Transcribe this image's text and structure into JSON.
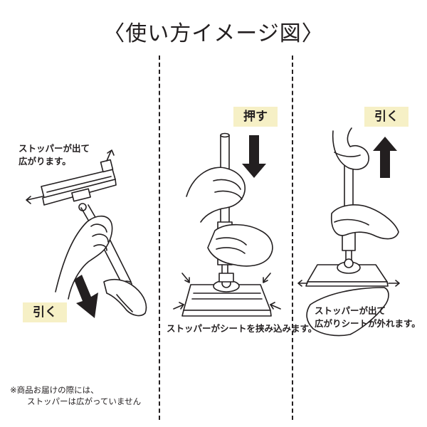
{
  "title": "〈使い方イメージ図〉",
  "panels": [
    {
      "action_label": "引く",
      "caption_lines": [
        "ストッパーが出て",
        "広がります。"
      ]
    },
    {
      "action_label": "押す",
      "caption_lines": [
        "ストッパーがシートを挟み込みます。"
      ]
    },
    {
      "action_label": "引く",
      "caption_lines": [
        "ストッパーが出て",
        "広がりシートが外れます。"
      ]
    }
  ],
  "footnote_lines": [
    "※商品お届けの際には、",
    "ストッパーは広がっていません"
  ],
  "colors": {
    "label_bg": "#f6f0c6",
    "ink": "#231f20",
    "arrow": "#231f20"
  },
  "icons": [
    "arrow-down-icon",
    "arrow-up-icon",
    "hand-icon",
    "mop-head-icon"
  ]
}
